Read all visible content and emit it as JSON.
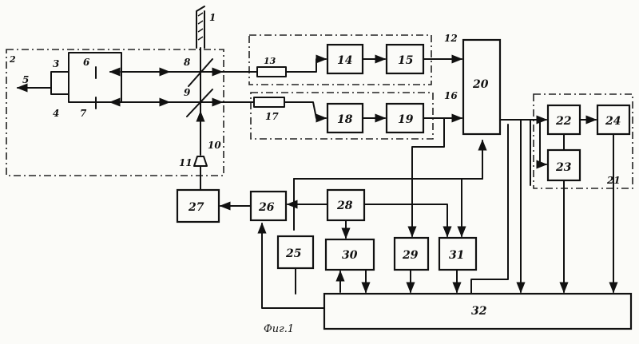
{
  "diagram": {
    "caption": "Фиг.1",
    "blocks": {
      "b3": "3",
      "b4": "4",
      "b6": "6",
      "b7": "7",
      "b8": "8",
      "b9": "9",
      "b13": "13",
      "b14": "14",
      "b15": "15",
      "b17": "17",
      "b18": "18",
      "b19": "19",
      "b20": "20",
      "b22": "22",
      "b23": "23",
      "b24": "24",
      "b25": "25",
      "b26": "26",
      "b27": "27",
      "b28": "28",
      "b29": "29",
      "b30": "30",
      "b31": "31",
      "b32": "32"
    },
    "tags": {
      "t1": "1",
      "t2": "2",
      "t5": "5",
      "t10": "10",
      "t11": "11",
      "t12": "12",
      "t16": "16",
      "t21": "21"
    }
  }
}
